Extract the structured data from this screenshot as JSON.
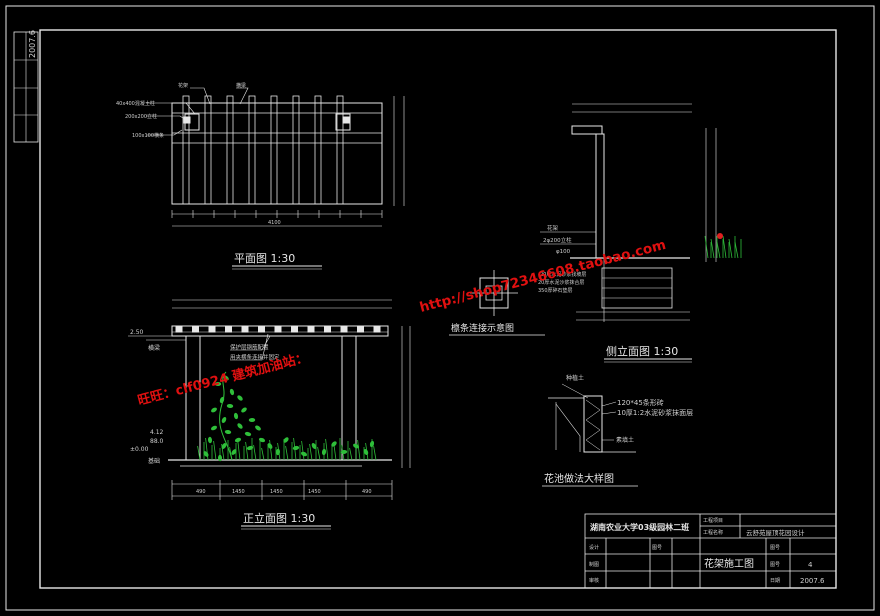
{
  "sidebar_vertical_text": "2007.6",
  "plan": {
    "title": "平面图 1:30",
    "labels": {
      "col_a": "40x400混凝土柱",
      "col_b": "200x200立柱",
      "beam": "100x100横条",
      "top_a": "花架",
      "top_b": "横梁"
    },
    "total_dim": "4100"
  },
  "elevation": {
    "title": "正立面图 1:30",
    "labels": {
      "h1": "2.50",
      "beam": "横梁",
      "note1": "保护层钢筋配置",
      "note2": "用夹横条连接并固定",
      "h2": "4.12",
      "h3": "88.0",
      "ground": "±0.00",
      "base": "基础"
    },
    "dims": [
      "490",
      "1450",
      "1450",
      "1450",
      "490"
    ]
  },
  "joint": {
    "title": "檩条连接示意图"
  },
  "side": {
    "title": "侧立面图 1:30",
    "layers": [
      "花架",
      "2φ200立柱",
      "φ100",
      "20厚水泥砂浆找坡层",
      "20厚水泥沙浆抹合层",
      "350厚碎石垫层"
    ]
  },
  "planter": {
    "title": "花池做法大样图",
    "labels": {
      "top": "种植土",
      "l1": "120*45条形砖",
      "l2": "10厚1:2水泥砂浆抹面层",
      "soil": "素填土"
    }
  },
  "title_block": {
    "school": "湖南农业大学03级园林二班",
    "project_label": "工程项目",
    "project_value": "",
    "name_label": "工程名称",
    "name_value": "云舒苑屋顶花园设计",
    "row_design": "设计",
    "row_draw": "制图",
    "row_check": "审核",
    "drawing_no_label": "图号",
    "drawing_no_value": "",
    "sheet_label": "图号",
    "sheet_value": "4",
    "drawing_name": "花架施工图",
    "date_label": "日期",
    "date_value": "2007.6"
  },
  "watermarks": {
    "url": "http://shop72346608.taobao.com",
    "contact": "旺旺：clf0924 建筑加油站："
  },
  "colors": {
    "background": "#000000",
    "lines": "#e8e8e8",
    "plants": "#2fbf3a",
    "watermark": "#e01010"
  }
}
